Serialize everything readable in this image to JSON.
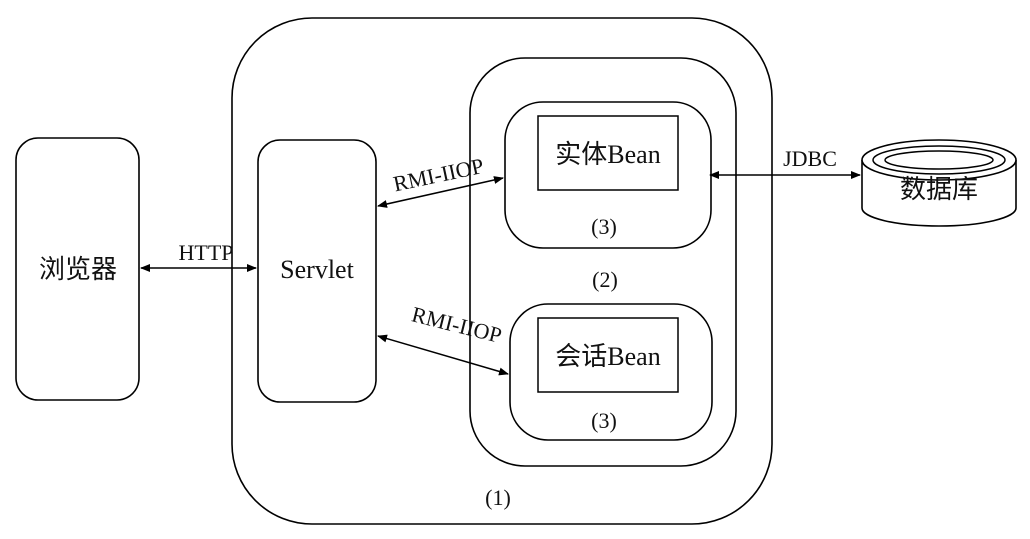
{
  "nodes": {
    "browser": "浏览器",
    "servlet": "Servlet",
    "entity_bean": "实体Bean",
    "session_bean": "会话Bean",
    "database": "数据库"
  },
  "edges": {
    "http": "HTTP",
    "rmi_top": "RMI-IIOP",
    "rmi_bottom": "RMI-IIOP",
    "jdbc": "JDBC"
  },
  "markers": {
    "outer": "(1)",
    "middle": "(2)",
    "entity": "(3)",
    "session": "(3)"
  }
}
